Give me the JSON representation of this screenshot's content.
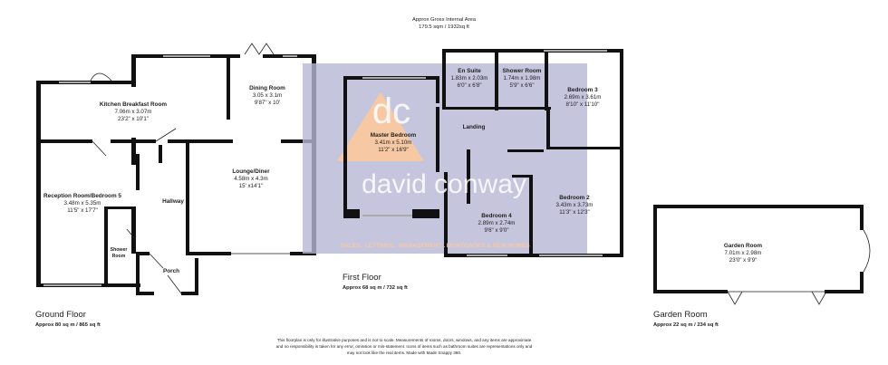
{
  "header": {
    "title": "Approx Gross Internal Area",
    "area": "179.5 sqm / 1932sq ft"
  },
  "ground_floor": {
    "label": "Ground Floor",
    "area": "Approx 80 sq m / 865 sq ft",
    "rooms": [
      {
        "name": "Kitchen Breakfast Room",
        "metric": "7.06m x 3.07m",
        "imperial": "23'2\" x 10'1\""
      },
      {
        "name": "Dining Room",
        "metric": "3.05 x 3.1m",
        "imperial": "9'87\" x 10'"
      },
      {
        "name": "Lounge/Diner",
        "metric": "4.58m x 4.3m",
        "imperial": "15' x14'1\""
      },
      {
        "name": "Reception Room/Bedroom 5",
        "metric": "3.48m x 5.35m",
        "imperial": "11'5\" x 17'7\""
      },
      {
        "name": "Hallway"
      },
      {
        "name": "Shower",
        "name2": "Room"
      },
      {
        "name": "Porch"
      }
    ]
  },
  "first_floor": {
    "label": "First Floor",
    "area": "Approx 68 sq m / 732 sq ft",
    "rooms": [
      {
        "name": "Master Bedroom",
        "metric": "3.41m x 5.10m",
        "imperial": "11'2\" x 16'9\""
      },
      {
        "name": "En Suite",
        "metric": "1.83m x 2.03m",
        "imperial": "6'0\" x 6'8\""
      },
      {
        "name": "Shower Room",
        "metric": "1.74m x 1.98m",
        "imperial": "5'9\" x 6'6\""
      },
      {
        "name": "Bedroom 3",
        "metric": "2.69m x 3.61m",
        "imperial": "8'10\" x 11'10\""
      },
      {
        "name": "Landing"
      },
      {
        "name": "Bedroom 2",
        "metric": "3.43m x 3.73m",
        "imperial": "11'3\" x 12'3\""
      },
      {
        "name": "Bedroom 4",
        "metric": "2.89m x 2.74m",
        "imperial": "9'6\" x 9'0\""
      }
    ]
  },
  "garden_room": {
    "label": "Garden Room",
    "area": "Approx 22 sq m / 234 sq ft",
    "room": {
      "name": "Garden Room",
      "metric": "7.01m x 2.98m",
      "imperial": "23'0\" x 9'9\""
    }
  },
  "watermark": {
    "logo": "dc",
    "brand": "david conway",
    "tagline": "SALES . LETTINGS . MANAGEMENT . MORTGAGES & NEW HOMES",
    "overlay_color": "#b7b7d6",
    "triangle_color": "#f6c9a4"
  },
  "disclaimer": {
    "line1": "This floorplan is only for illustrative purposes and is not to scale. Measurements of rooms, doors, windows, and any items are approximate",
    "line2": "and no responsibility is taken for any error, omission or mis-statement. Icons of items such as bathroom suites are representations only and",
    "line3": "may not look like the real items. Made with Made Snappy 360."
  }
}
